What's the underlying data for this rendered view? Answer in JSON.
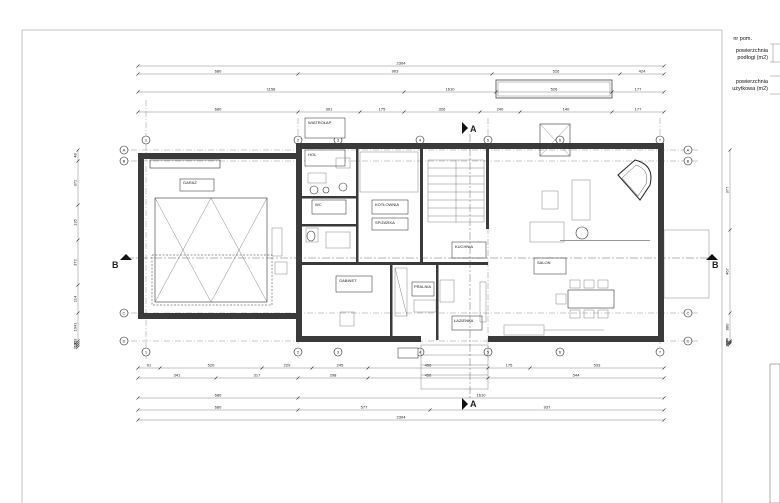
{
  "legend": {
    "nr_pom": "nr pom.",
    "floor_area": "powierzchnia\npodłogi (m2)",
    "usable_area": "powierzchnia\nużytkowa (m2)"
  },
  "section_marks": {
    "a": "A",
    "b": "B"
  },
  "grid_axes": {
    "numbers": [
      "1",
      "2",
      "3",
      "4",
      "5",
      "6",
      "7"
    ],
    "letters": [
      "A",
      "B",
      "C",
      "D"
    ]
  },
  "dimensions": {
    "top_row_1": [
      "2304"
    ],
    "top_row_2": [
      "680",
      "903",
      "526",
      "424"
    ],
    "top_row_3": [
      "1158",
      "1610",
      "526",
      "177"
    ],
    "top_row_4": [
      "680",
      "301",
      "175",
      "326",
      "240",
      "140",
      "177"
    ],
    "bottom_row_1": [
      "91",
      "520",
      "229",
      "245",
      "456",
      "175",
      "533"
    ],
    "bottom_row_2": [
      "341",
      "317",
      "298",
      "456",
      "544"
    ],
    "bottom_row_3": [
      "680",
      "1610"
    ],
    "bottom_row_4": [
      "680",
      "577",
      "937"
    ],
    "bottom_row_5": [
      "2304"
    ],
    "left": [
      "48",
      "372",
      "135",
      "372",
      "114",
      "1041",
      "313",
      "132",
      "313"
    ],
    "right": [
      "377",
      "467",
      "880",
      "964",
      "467",
      "397"
    ]
  },
  "rooms": [
    {
      "id": "garage",
      "name": "GARAŻ"
    },
    {
      "id": "vestibule",
      "name": "WIATROŁAP"
    },
    {
      "id": "hall",
      "name": "HOL"
    },
    {
      "id": "wc",
      "name": "WC"
    },
    {
      "id": "boiler",
      "name": "KOTŁOWNIA"
    },
    {
      "id": "pantry",
      "name": "SPIŻARKA"
    },
    {
      "id": "kitchen",
      "name": "KUCHNIA"
    },
    {
      "id": "living",
      "name": "SALON"
    },
    {
      "id": "office",
      "name": "GABINET"
    },
    {
      "id": "laundry",
      "name": "PRALNIA"
    },
    {
      "id": "bathroom",
      "name": "ŁAZIENKA"
    }
  ]
}
